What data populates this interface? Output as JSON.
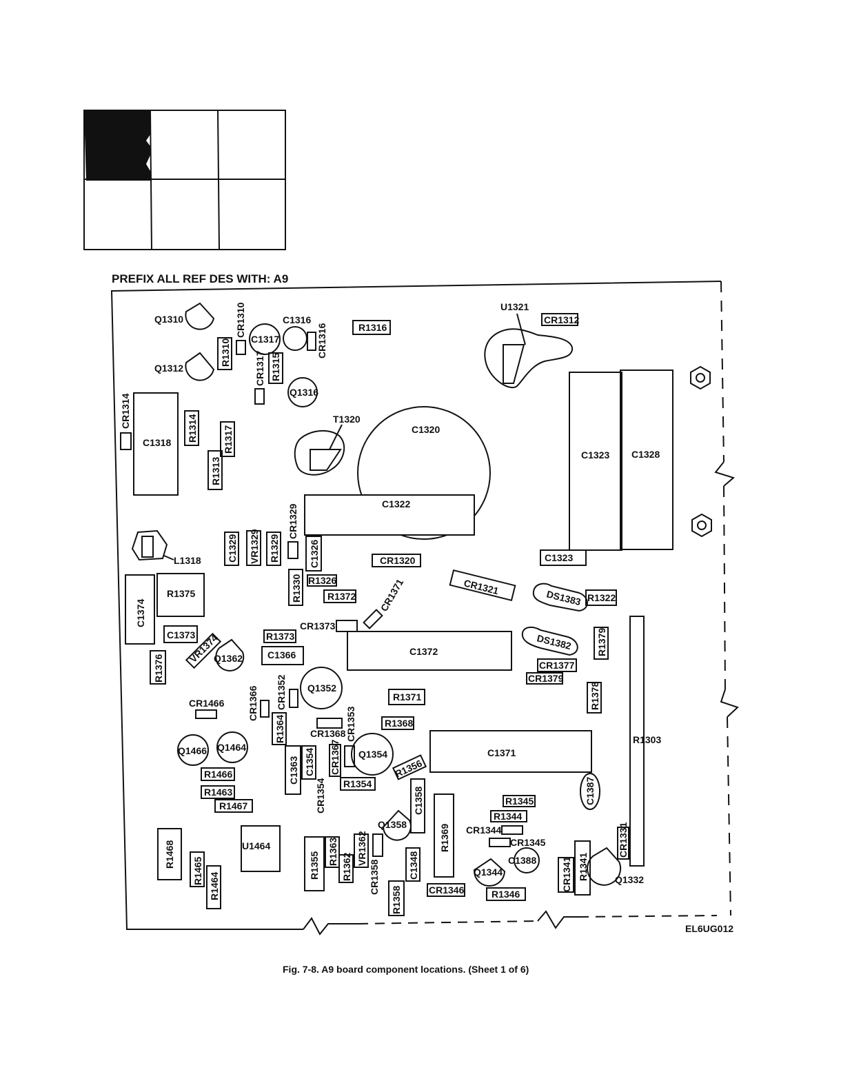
{
  "heading": "PREFIX ALL REF DES WITH: A9",
  "caption": "Fig. 7-8.  A9 board component locations.  (Sheet 1 of 6)",
  "drawing_id": "EL6UG012",
  "locator": {
    "rows": 2,
    "cols": 3,
    "highlighted_cell": 1
  },
  "components": {
    "Q1310": "Q1310",
    "Q1312": "Q1312",
    "CR1310": "CR1310",
    "R1310": "R1310",
    "C1317": "C1317",
    "C1316": "C1316",
    "CR1316": "CR1316",
    "CR1317": "CR1317",
    "R1315": "R1315",
    "Q1316": "Q1316",
    "R1316": "R1316",
    "U1321": "U1321",
    "CR1312": "CR1312",
    "CR1314": "CR1314",
    "C1318": "C1318",
    "R1314": "R1314",
    "R1317": "R1317",
    "R1313": "R1313",
    "T1320": "T1320",
    "C1320": "C1320",
    "C1323": "C1323",
    "C1328": "C1328",
    "C1322": "C1322",
    "CR1329": "CR1329",
    "L1318": "L1318",
    "C1329": "C1329",
    "VR1329": "VR1329",
    "R1329": "R1329",
    "C1326": "C1326",
    "CR1320": "CR1320",
    "C1323b": "C1323",
    "R1326": "R1326",
    "R1330": "R1330",
    "R1372": "R1372",
    "CR1321": "CR1321",
    "DS1383": "DS1383",
    "R1322": "R1322",
    "C1374": "C1374",
    "R1375": "R1375",
    "CR1371": "CR1371",
    "CR1373": "CR1373",
    "C1373": "C1373",
    "R1373": "R1373",
    "VR1374": "VR1374",
    "Q1362": "Q1362",
    "C1366": "C1366",
    "C1372": "C1372",
    "DS1382": "DS1382",
    "R1379": "R1379",
    "CR1377": "CR1377",
    "CR1379": "CR1379",
    "R1376": "R1376",
    "Q1352": "Q1352",
    "CR1466": "CR1466",
    "CR1366": "CR1366",
    "CR1352": "CR1352",
    "R1371": "R1371",
    "R1378": "R1378",
    "R1364": "R1364",
    "CR1353": "CR1353",
    "CR1368": "CR1368",
    "R1368": "R1368",
    "R1303": "R1303",
    "Q1466": "Q1466",
    "Q1464": "Q1464",
    "C1363": "C1363",
    "C1354": "C1354",
    "CR1367": "CR1367",
    "Q1354": "Q1354",
    "C1371": "C1371",
    "R1466": "R1466",
    "CR1354": "CR1354",
    "R1354": "R1354",
    "R1356": "R1356",
    "R1463": "R1463",
    "C1387": "C1387",
    "R1467": "R1467",
    "C1358": "C1358",
    "R1345": "R1345",
    "R1344": "R1344",
    "Q1358": "Q1358",
    "R1369": "R1369",
    "CR1344": "CR1344",
    "CR1345": "CR1345",
    "CR1331": "CR1331",
    "R1468": "R1468",
    "U1464": "U1464",
    "R1363": "R1363",
    "VR1362": "VR1362",
    "C1388": "C1388",
    "R1355": "R1355",
    "R1362": "R1362",
    "C1348": "C1348",
    "R1465": "R1465",
    "Q1344": "Q1344",
    "CR1341": "CR1341",
    "R1341": "R1341",
    "Q1332": "Q1332",
    "CR1358": "CR1358",
    "R1464": "R1464",
    "R1358": "R1358",
    "CR1346": "CR1346",
    "R1346": "R1346"
  }
}
